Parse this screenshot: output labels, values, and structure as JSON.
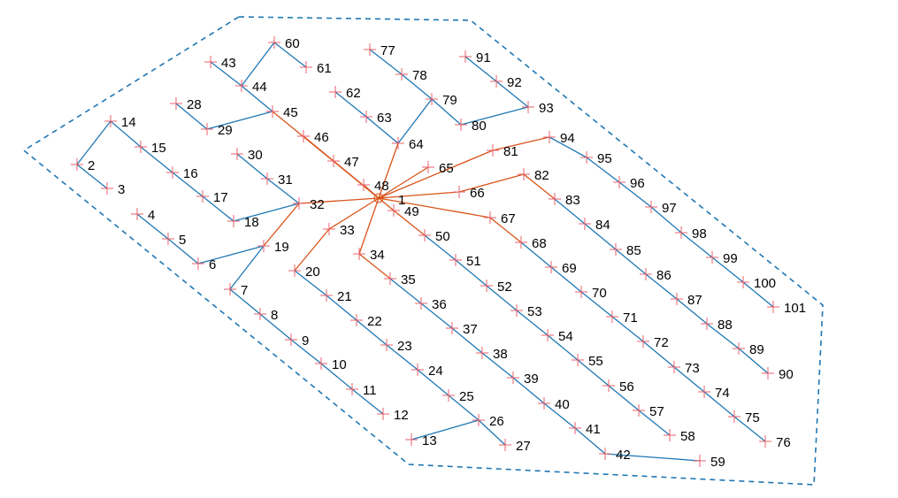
{
  "colors": {
    "boundary": "#1f77b4",
    "blue_edge": "#1f77b4",
    "orange_edge": "#d95319",
    "node_marker": "#e8616b",
    "label": "#000000"
  },
  "hub_label": "1",
  "nodes": [
    {
      "id": "2",
      "label": "2"
    },
    {
      "id": "3",
      "label": "3"
    },
    {
      "id": "4",
      "label": "4"
    },
    {
      "id": "5",
      "label": "5"
    },
    {
      "id": "6",
      "label": "6"
    },
    {
      "id": "7",
      "label": "7"
    },
    {
      "id": "8",
      "label": "8"
    },
    {
      "id": "9",
      "label": "9"
    },
    {
      "id": "10",
      "label": "10"
    },
    {
      "id": "11",
      "label": "11"
    },
    {
      "id": "12",
      "label": "12"
    },
    {
      "id": "13",
      "label": "13"
    },
    {
      "id": "14",
      "label": "14"
    },
    {
      "id": "15",
      "label": "15"
    },
    {
      "id": "16",
      "label": "16"
    },
    {
      "id": "17",
      "label": "17"
    },
    {
      "id": "18",
      "label": "18"
    },
    {
      "id": "19",
      "label": "19"
    },
    {
      "id": "20",
      "label": "20"
    },
    {
      "id": "21",
      "label": "21"
    },
    {
      "id": "22",
      "label": "22"
    },
    {
      "id": "23",
      "label": "23"
    },
    {
      "id": "24",
      "label": "24"
    },
    {
      "id": "25",
      "label": "25"
    },
    {
      "id": "26",
      "label": "26"
    },
    {
      "id": "27",
      "label": "27"
    },
    {
      "id": "28",
      "label": "28"
    },
    {
      "id": "29",
      "label": "29"
    },
    {
      "id": "30",
      "label": "30"
    },
    {
      "id": "31",
      "label": "31"
    },
    {
      "id": "32",
      "label": "32"
    },
    {
      "id": "33",
      "label": "33"
    },
    {
      "id": "34",
      "label": "34"
    },
    {
      "id": "35",
      "label": "35"
    },
    {
      "id": "36",
      "label": "36"
    },
    {
      "id": "37",
      "label": "37"
    },
    {
      "id": "38",
      "label": "38"
    },
    {
      "id": "39",
      "label": "39"
    },
    {
      "id": "40",
      "label": "40"
    },
    {
      "id": "41",
      "label": "41"
    },
    {
      "id": "42",
      "label": "42"
    },
    {
      "id": "43",
      "label": "43"
    },
    {
      "id": "44",
      "label": "44"
    },
    {
      "id": "45",
      "label": "45"
    },
    {
      "id": "46",
      "label": "46"
    },
    {
      "id": "47",
      "label": "47"
    },
    {
      "id": "48",
      "label": "48"
    },
    {
      "id": "49",
      "label": "49"
    },
    {
      "id": "50",
      "label": "50"
    },
    {
      "id": "51",
      "label": "51"
    },
    {
      "id": "52",
      "label": "52"
    },
    {
      "id": "53",
      "label": "53"
    },
    {
      "id": "54",
      "label": "54"
    },
    {
      "id": "55",
      "label": "55"
    },
    {
      "id": "56",
      "label": "56"
    },
    {
      "id": "57",
      "label": "57"
    },
    {
      "id": "58",
      "label": "58"
    },
    {
      "id": "59",
      "label": "59"
    },
    {
      "id": "60",
      "label": "60"
    },
    {
      "id": "61",
      "label": "61"
    },
    {
      "id": "62",
      "label": "62"
    },
    {
      "id": "63",
      "label": "63"
    },
    {
      "id": "64",
      "label": "64"
    },
    {
      "id": "65",
      "label": "65"
    },
    {
      "id": "66",
      "label": "66"
    },
    {
      "id": "67",
      "label": "67"
    },
    {
      "id": "68",
      "label": "68"
    },
    {
      "id": "69",
      "label": "69"
    },
    {
      "id": "70",
      "label": "70"
    },
    {
      "id": "71",
      "label": "71"
    },
    {
      "id": "72",
      "label": "72"
    },
    {
      "id": "73",
      "label": "73"
    },
    {
      "id": "74",
      "label": "74"
    },
    {
      "id": "75",
      "label": "75"
    },
    {
      "id": "76",
      "label": "76"
    },
    {
      "id": "77",
      "label": "77"
    },
    {
      "id": "78",
      "label": "78"
    },
    {
      "id": "79",
      "label": "79"
    },
    {
      "id": "80",
      "label": "80"
    },
    {
      "id": "81",
      "label": "81"
    },
    {
      "id": "82",
      "label": "82"
    },
    {
      "id": "83",
      "label": "83"
    },
    {
      "id": "84",
      "label": "84"
    },
    {
      "id": "85",
      "label": "85"
    },
    {
      "id": "86",
      "label": "86"
    },
    {
      "id": "87",
      "label": "87"
    },
    {
      "id": "88",
      "label": "88"
    },
    {
      "id": "89",
      "label": "89"
    },
    {
      "id": "90",
      "label": "90"
    },
    {
      "id": "91",
      "label": "91"
    },
    {
      "id": "92",
      "label": "92"
    },
    {
      "id": "93",
      "label": "93"
    },
    {
      "id": "94",
      "label": "94"
    },
    {
      "id": "95",
      "label": "95"
    },
    {
      "id": "96",
      "label": "96"
    },
    {
      "id": "97",
      "label": "97"
    },
    {
      "id": "98",
      "label": "98"
    },
    {
      "id": "99",
      "label": "99"
    },
    {
      "id": "100",
      "label": "100"
    },
    {
      "id": "101",
      "label": "101"
    }
  ],
  "edges_blue": [
    [
      "2",
      "3"
    ],
    [
      "2",
      "14"
    ],
    [
      "14",
      "15"
    ],
    [
      "15",
      "16"
    ],
    [
      "16",
      "17"
    ],
    [
      "17",
      "18"
    ],
    [
      "18",
      "32"
    ],
    [
      "4",
      "5"
    ],
    [
      "5",
      "6"
    ],
    [
      "6",
      "19"
    ],
    [
      "19",
      "7"
    ],
    [
      "7",
      "8"
    ],
    [
      "8",
      "9"
    ],
    [
      "9",
      "10"
    ],
    [
      "10",
      "11"
    ],
    [
      "11",
      "12"
    ],
    [
      "28",
      "29"
    ],
    [
      "29",
      "45"
    ],
    [
      "30",
      "31"
    ],
    [
      "31",
      "32"
    ],
    [
      "43",
      "44"
    ],
    [
      "44",
      "60"
    ],
    [
      "60",
      "61"
    ],
    [
      "44",
      "45"
    ],
    [
      "62",
      "63"
    ],
    [
      "63",
      "64"
    ],
    [
      "64",
      "79"
    ],
    [
      "77",
      "78"
    ],
    [
      "78",
      "79"
    ],
    [
      "79",
      "80"
    ],
    [
      "80",
      "93"
    ],
    [
      "91",
      "92"
    ],
    [
      "92",
      "93"
    ],
    [
      "13",
      "26"
    ],
    [
      "26",
      "27"
    ],
    [
      "20",
      "21"
    ],
    [
      "21",
      "22"
    ],
    [
      "22",
      "23"
    ],
    [
      "23",
      "24"
    ],
    [
      "24",
      "25"
    ],
    [
      "25",
      "26"
    ],
    [
      "35",
      "36"
    ],
    [
      "36",
      "37"
    ],
    [
      "37",
      "38"
    ],
    [
      "38",
      "39"
    ],
    [
      "39",
      "40"
    ],
    [
      "40",
      "41"
    ],
    [
      "41",
      "42"
    ],
    [
      "42",
      "59"
    ],
    [
      "50",
      "51"
    ],
    [
      "51",
      "52"
    ],
    [
      "52",
      "53"
    ],
    [
      "53",
      "54"
    ],
    [
      "54",
      "55"
    ],
    [
      "55",
      "56"
    ],
    [
      "56",
      "57"
    ],
    [
      "57",
      "58"
    ],
    [
      "68",
      "69"
    ],
    [
      "69",
      "70"
    ],
    [
      "70",
      "71"
    ],
    [
      "71",
      "72"
    ],
    [
      "72",
      "73"
    ],
    [
      "73",
      "74"
    ],
    [
      "74",
      "75"
    ],
    [
      "75",
      "76"
    ],
    [
      "83",
      "84"
    ],
    [
      "84",
      "85"
    ],
    [
      "85",
      "86"
    ],
    [
      "86",
      "87"
    ],
    [
      "87",
      "88"
    ],
    [
      "88",
      "89"
    ],
    [
      "89",
      "90"
    ],
    [
      "94",
      "95"
    ],
    [
      "95",
      "96"
    ],
    [
      "96",
      "97"
    ],
    [
      "97",
      "98"
    ],
    [
      "98",
      "99"
    ],
    [
      "99",
      "100"
    ],
    [
      "100",
      "101"
    ]
  ],
  "edges_orange": [
    [
      "1",
      "45"
    ],
    [
      "1",
      "46"
    ],
    [
      "1",
      "47"
    ],
    [
      "1",
      "48"
    ],
    [
      "1",
      "64"
    ],
    [
      "1",
      "65"
    ],
    [
      "1",
      "81"
    ],
    [
      "81",
      "94"
    ],
    [
      "1",
      "66"
    ],
    [
      "66",
      "82"
    ],
    [
      "82",
      "83"
    ],
    [
      "1",
      "67"
    ],
    [
      "67",
      "68"
    ],
    [
      "1",
      "49"
    ],
    [
      "49",
      "50"
    ],
    [
      "1",
      "33"
    ],
    [
      "33",
      "20"
    ],
    [
      "1",
      "34"
    ],
    [
      "34",
      "35"
    ],
    [
      "1",
      "32"
    ],
    [
      "32",
      "19"
    ]
  ]
}
